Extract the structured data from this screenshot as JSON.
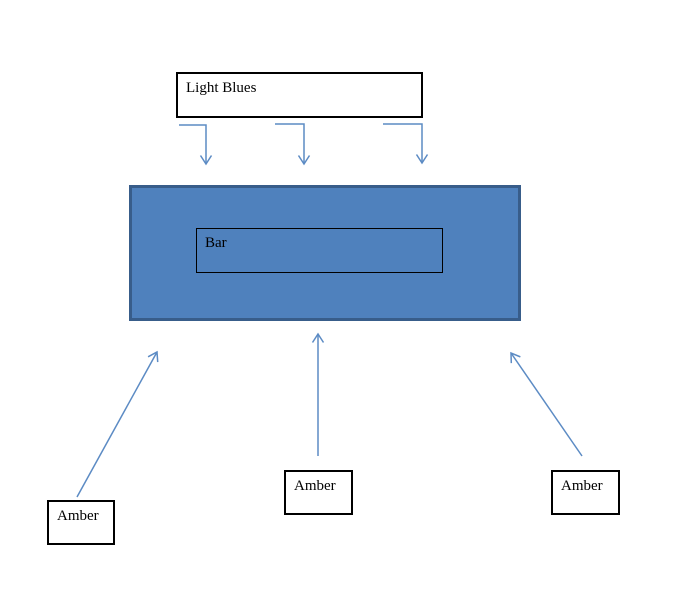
{
  "diagram": {
    "top_box": {
      "label": "Light Blues"
    },
    "bar_box": {
      "label": "Bar"
    },
    "amber_boxes": [
      {
        "label": "Amber"
      },
      {
        "label": "Amber"
      },
      {
        "label": "Amber"
      }
    ],
    "colors": {
      "main_box_fill": "#4f81bd",
      "main_box_border": "#385d8a",
      "arrow": "#5c8bc4",
      "box_border": "#000000",
      "canvas_bg": "#ffffff"
    }
  }
}
